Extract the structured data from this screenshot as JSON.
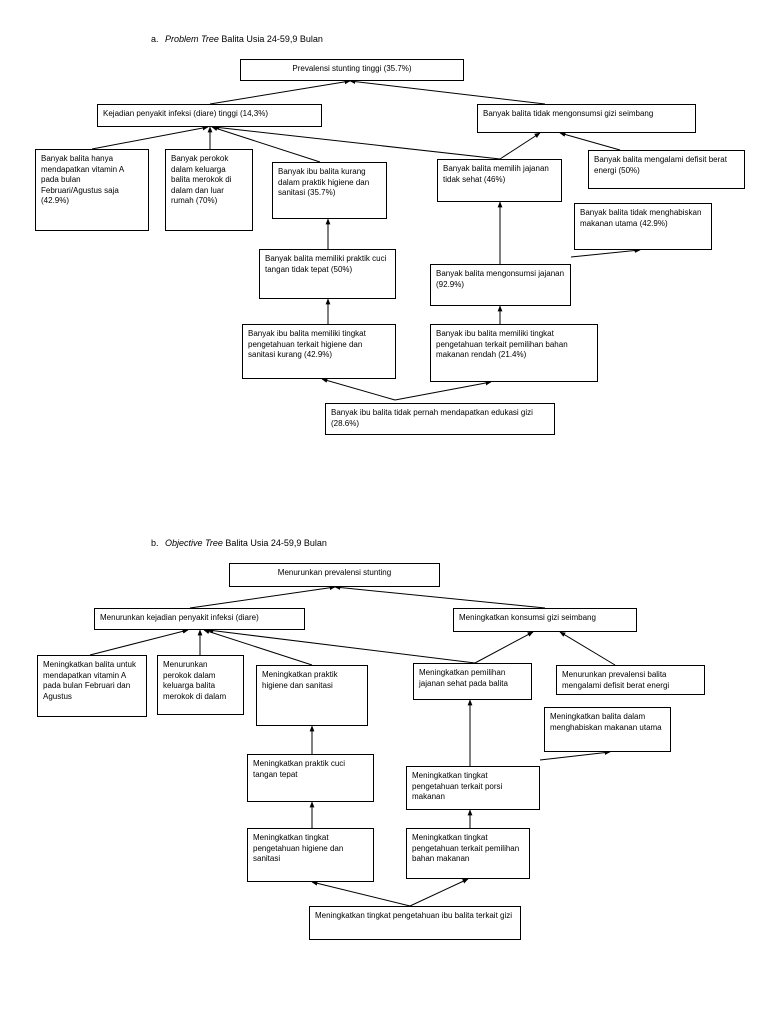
{
  "section_a": {
    "marker": "a.",
    "title_italic": "Problem Tree",
    "title_rest": " Balita Usia 24-59,9 Bulan",
    "nodes": {
      "root": "Prevalensi stunting tinggi (35.7%)",
      "infection": "Kejadian penyakit infeksi (diare) tinggi (14,3%)",
      "nutrition": "Banyak balita tidak mengonsumsi gizi seimbang",
      "vitamin_a": "Banyak balita hanya mendapatkan vitamin A pada bulan Februari/Agustus saja (42.9%)",
      "smokers": "Banyak perokok dalam keluarga balita merokok di dalam dan luar rumah (70%)",
      "hygiene_practice": "Banyak ibu balita kurang dalam praktik higiene dan sanitasi (35.7%)",
      "unhealthy_snacks": "Banyak balita memilih jajanan tidak sehat (46%)",
      "energy_deficit": "Banyak balita mengalami defisit berat energi (50%)",
      "not_finishing": "Banyak balita tidak menghabiskan makanan utama (42.9%)",
      "handwashing": "Banyak balita memiliki praktik cuci tangan tidak tepat (50%)",
      "snack_consumption": "Banyak balita mengonsumsi jajanan (92.9%)",
      "hygiene_knowledge": "Banyak ibu balita memiliki tingkat pengetahuan terkait higiene dan sanitasi kurang (42.9%)",
      "food_knowledge": "Banyak ibu balita memiliki tingkat pengetahuan terkait pemilihan bahan makanan rendah (21.4%)",
      "no_education": "Banyak ibu balita tidak pernah mendapatkan edukasi gizi (28.6%)"
    }
  },
  "section_b": {
    "marker": "b.",
    "title_italic": "Objective Tree",
    "title_rest": " Balita Usia 24-59,9 Bulan",
    "nodes": {
      "root": "Menurunkan prevalensi stunting",
      "infection": "Menurunkan kejadian penyakit infeksi (diare)",
      "nutrition": "Meningkatkan konsumsi gizi seimbang",
      "vitamin_a": "Meningkatkan balita untuk mendapatkan vitamin A pada bulan Februari dan Agustus",
      "smokers": "Menurunkan perokok dalam keluarga balita merokok di dalam",
      "hygiene_practice": "Meningkatkan praktik higiene dan sanitasi",
      "healthy_snacks": "Meningkatkan pemilihan jajanan sehat pada balita",
      "energy_deficit": "Menurunkan prevalensi balita mengalami defisit berat energi",
      "finishing_meals": "Meningkatkan balita dalam menghabiskan makanan utama",
      "handwashing": "Meningkatkan praktik cuci tangan tepat",
      "portion_knowledge": "Meningkatkan tingkat pengetahuan terkait porsi makanan",
      "hygiene_knowledge": "Meningkatkan tingkat pengetahuan higiene dan sanitasi",
      "food_knowledge": "Meningkatkan tingkat pengetahuan terkait pemilihan bahan makanan",
      "education": "Meningkatkan tingkat pengetahuan ibu balita terkait gizi"
    }
  }
}
